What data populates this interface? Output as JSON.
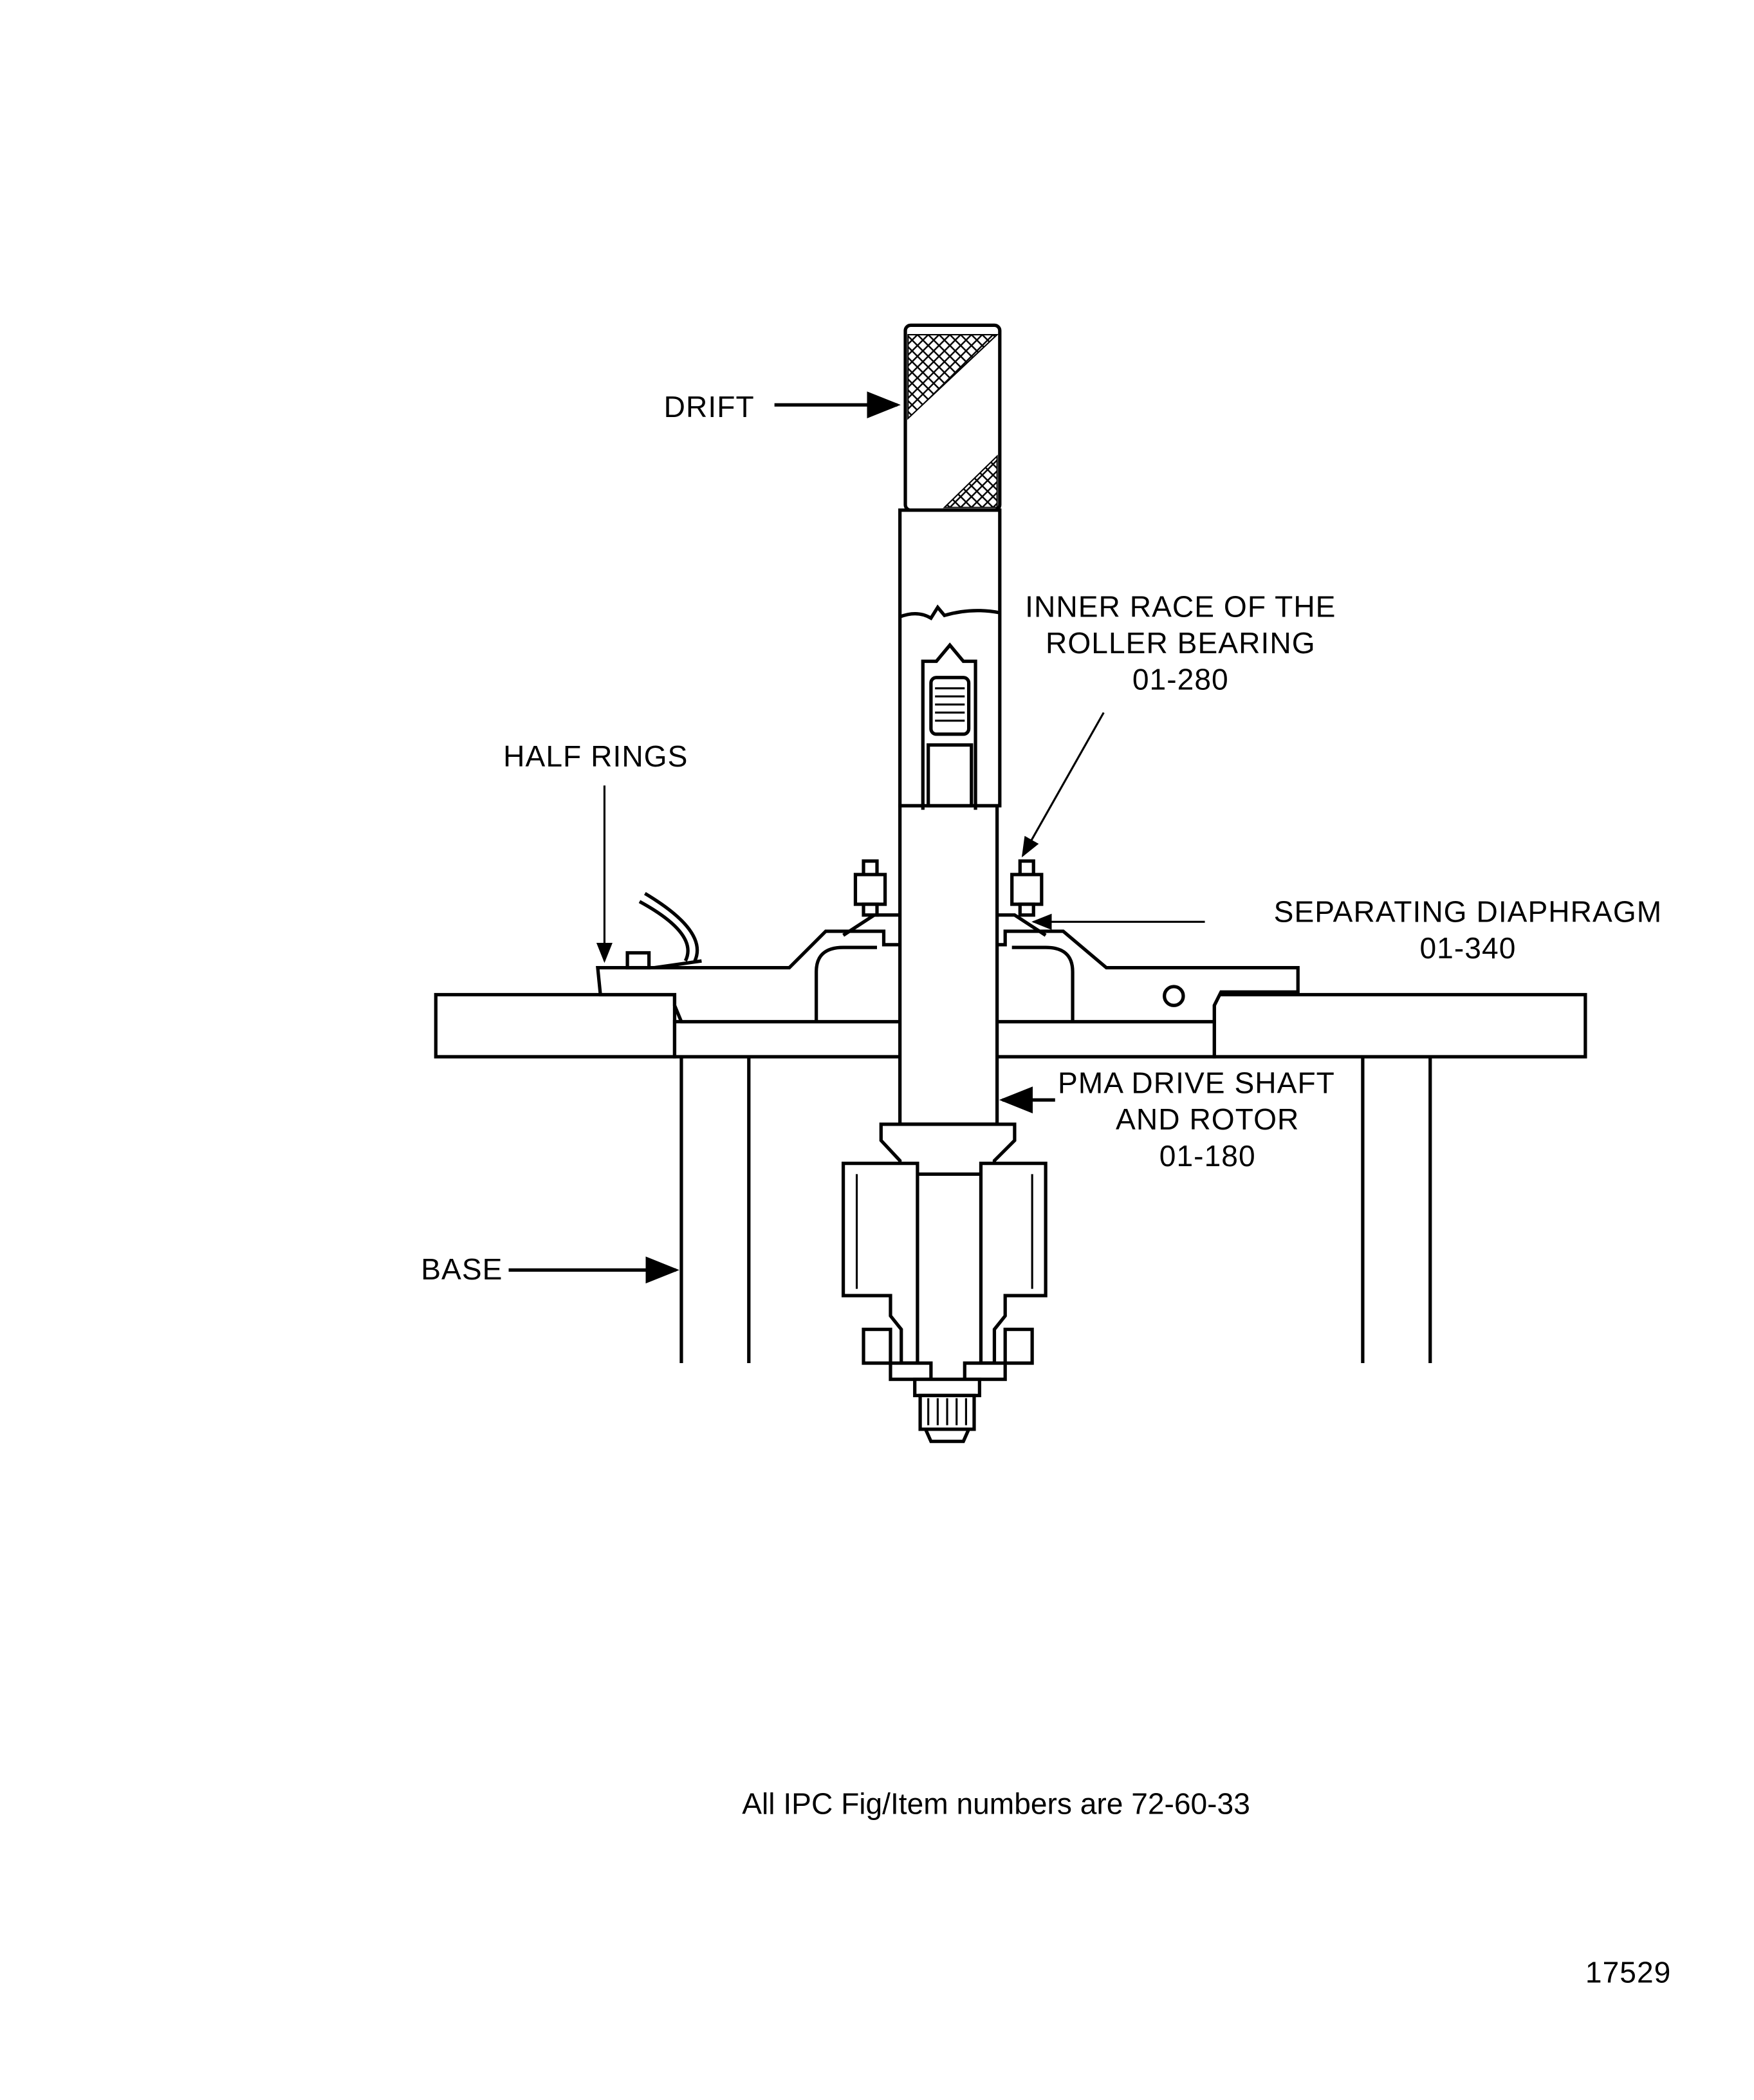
{
  "labels": {
    "drift": "DRIFT",
    "inner_race_line1": "INNER RACE OF THE",
    "inner_race_line2": "ROLLER BEARING",
    "inner_race_item": "01-280",
    "half_rings": "HALF RINGS",
    "separating_line1": "SEPARATING DIAPHRAGM",
    "separating_item": "01-340",
    "pma_line1": "PMA DRIVE SHAFT",
    "pma_line2": "AND ROTOR",
    "pma_item": "01-180",
    "base": "BASE"
  },
  "footer_note": "All IPC Fig/Item numbers are 72-60-33",
  "figure_number": "17529"
}
